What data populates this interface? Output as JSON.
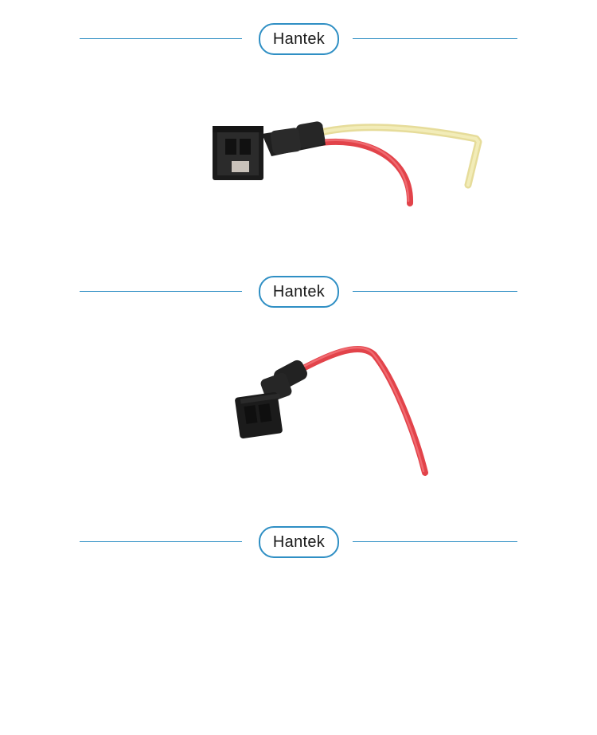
{
  "sections": [
    {
      "brand": "Hantek",
      "product": "connector-two-wire"
    },
    {
      "brand": "Hantek",
      "product": "connector-single-wire"
    },
    {
      "brand": "Hantek"
    }
  ],
  "colors": {
    "accent": "#2f8fc4",
    "wire_red": "#e8484f",
    "wire_yellow": "#ede4a0",
    "plug": "#1b1b1b"
  }
}
